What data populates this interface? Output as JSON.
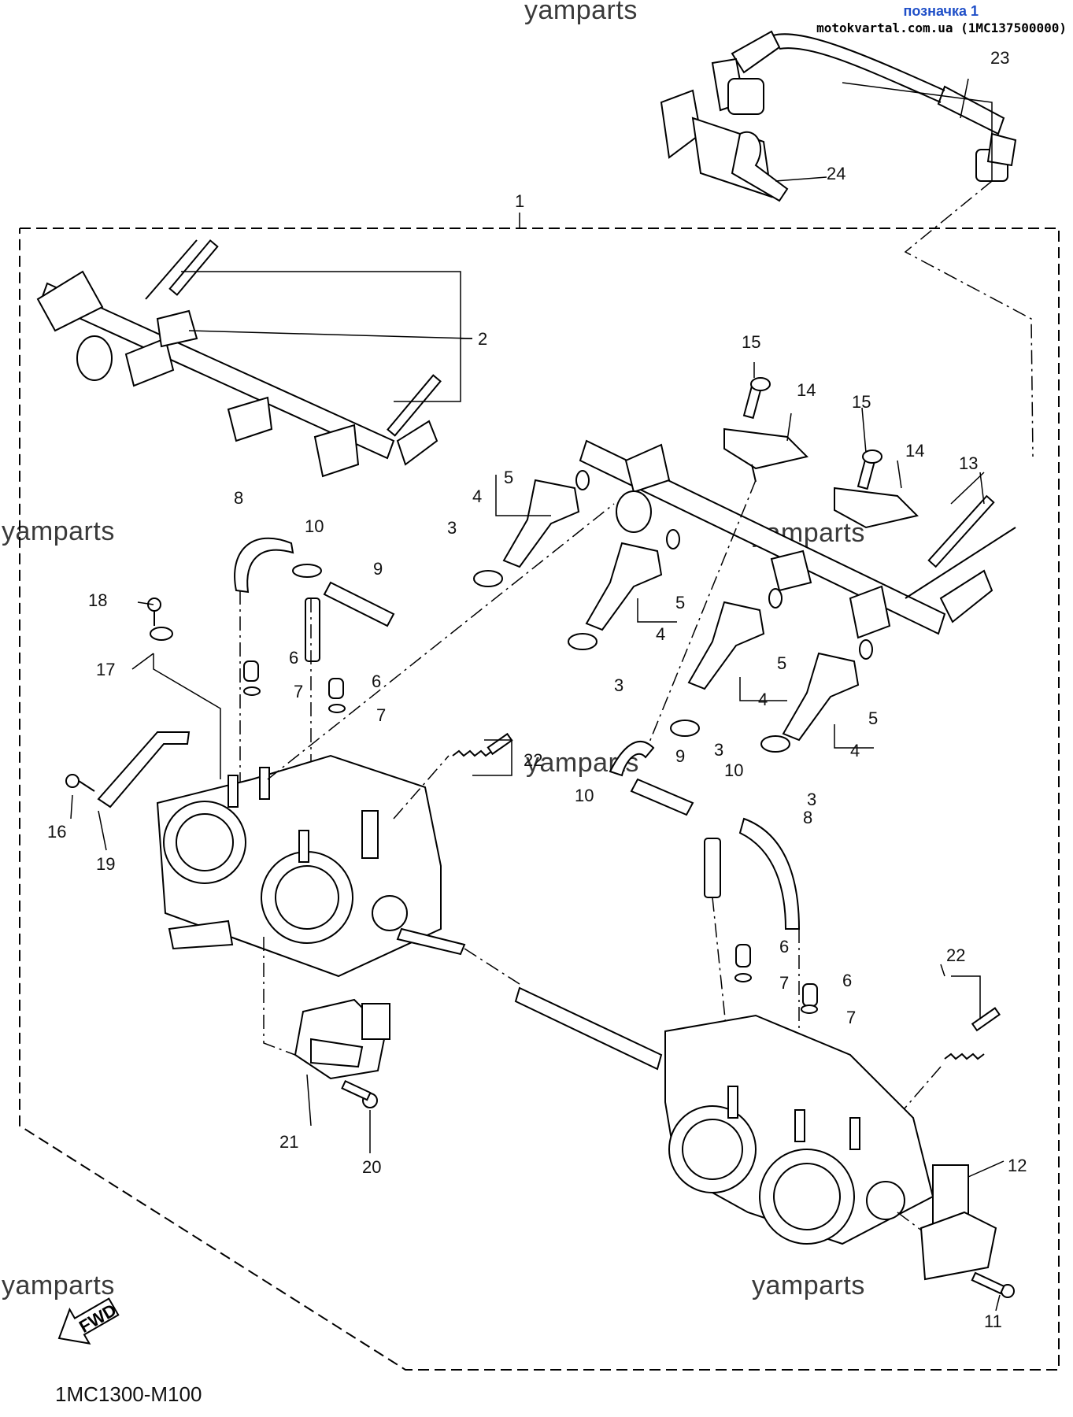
{
  "header": {
    "tag": "позначка 1",
    "source": "motokvartal.com.ua (1MC137500000)"
  },
  "watermark": "yamparts",
  "diagram_code": "1MC1300-M100",
  "fwd_label": "FWD",
  "callouts": [
    {
      "id": "c1",
      "text": "1"
    },
    {
      "id": "c2",
      "text": "2"
    },
    {
      "id": "c3a",
      "text": "3"
    },
    {
      "id": "c3b",
      "text": "3"
    },
    {
      "id": "c3c",
      "text": "3"
    },
    {
      "id": "c3d",
      "text": "3"
    },
    {
      "id": "c4a",
      "text": "4"
    },
    {
      "id": "c4b",
      "text": "4"
    },
    {
      "id": "c4c",
      "text": "4"
    },
    {
      "id": "c4d",
      "text": "4"
    },
    {
      "id": "c5a",
      "text": "5"
    },
    {
      "id": "c5b",
      "text": "5"
    },
    {
      "id": "c5c",
      "text": "5"
    },
    {
      "id": "c5d",
      "text": "5"
    },
    {
      "id": "c6a",
      "text": "6"
    },
    {
      "id": "c6b",
      "text": "6"
    },
    {
      "id": "c6c",
      "text": "6"
    },
    {
      "id": "c6d",
      "text": "6"
    },
    {
      "id": "c7a",
      "text": "7"
    },
    {
      "id": "c7b",
      "text": "7"
    },
    {
      "id": "c7c",
      "text": "7"
    },
    {
      "id": "c7d",
      "text": "7"
    },
    {
      "id": "c8a",
      "text": "8"
    },
    {
      "id": "c8b",
      "text": "8"
    },
    {
      "id": "c9a",
      "text": "9"
    },
    {
      "id": "c9b",
      "text": "9"
    },
    {
      "id": "c10a",
      "text": "10"
    },
    {
      "id": "c10b",
      "text": "10"
    },
    {
      "id": "c10c",
      "text": "10"
    },
    {
      "id": "c11",
      "text": "11"
    },
    {
      "id": "c12",
      "text": "12"
    },
    {
      "id": "c13",
      "text": "13"
    },
    {
      "id": "c14a",
      "text": "14"
    },
    {
      "id": "c14b",
      "text": "14"
    },
    {
      "id": "c15a",
      "text": "15"
    },
    {
      "id": "c15b",
      "text": "15"
    },
    {
      "id": "c16",
      "text": "16"
    },
    {
      "id": "c17",
      "text": "17"
    },
    {
      "id": "c18",
      "text": "18"
    },
    {
      "id": "c19",
      "text": "19"
    },
    {
      "id": "c20",
      "text": "20"
    },
    {
      "id": "c21",
      "text": "21"
    },
    {
      "id": "c22a",
      "text": "22"
    },
    {
      "id": "c22b",
      "text": "22"
    },
    {
      "id": "c23",
      "text": "23"
    },
    {
      "id": "c24",
      "text": "24"
    }
  ]
}
